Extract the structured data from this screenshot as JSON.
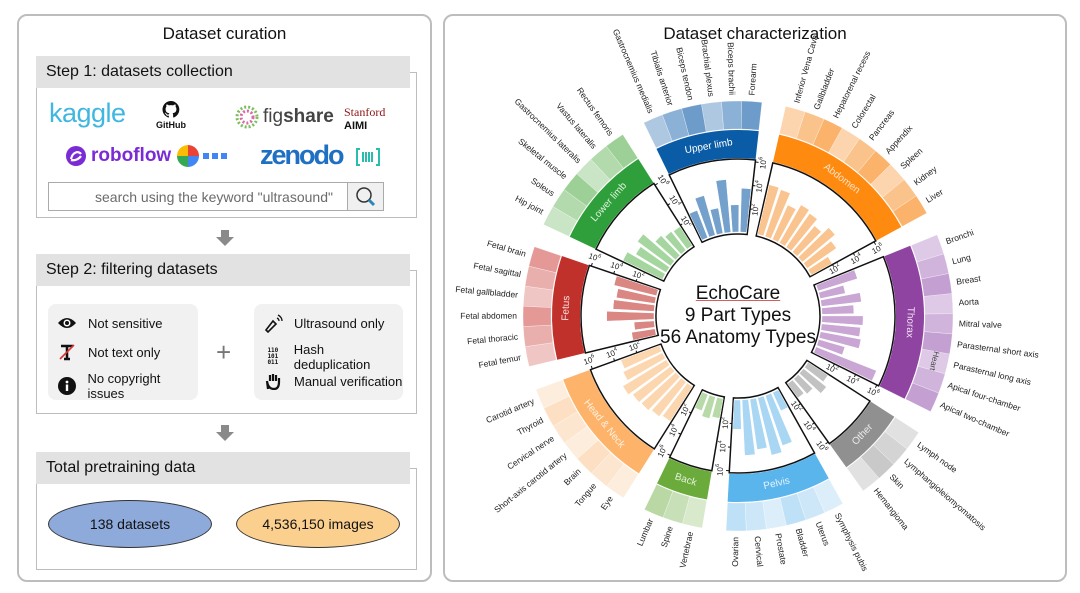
{
  "left": {
    "title": "Dataset curation",
    "step1": {
      "header": "Step 1: datasets collection",
      "logos": {
        "kaggle": "kaggle",
        "github": "GitHub",
        "figshare_a": "fig",
        "figshare_b": "share",
        "stanford": "Stanford",
        "aimi": "AIMI",
        "roboflow": "roboflow",
        "zenodo": "zenodo"
      },
      "search_placeholder": "search using the keyword \"ultrasound\""
    },
    "step2": {
      "header": "Step 2: filtering datasets",
      "left_criteria": [
        "Not sensitive",
        "Not text only",
        "No copyright issues"
      ],
      "plus": "+",
      "right_criteria": [
        "Ultrasound only",
        "Hash deduplication",
        "Manual verification"
      ]
    },
    "total": {
      "header": "Total pretraining data",
      "datasets": "138 datasets",
      "images": "4,536,150 images"
    }
  },
  "right": {
    "title": "Dataset characterization",
    "center": {
      "line1": "EchoCare",
      "line2": "9 Part Types",
      "line3": "56 Anatomy Types"
    }
  },
  "chart_data": {
    "type": "circular-bar",
    "title": "Dataset characterization",
    "scale": "log",
    "ticks": [
      "10^2",
      "10^4",
      "10^6"
    ],
    "ylim": [
      1,
      1000000
    ],
    "groups": [
      {
        "name": "Upper limb",
        "dark": "#0b5ca6",
        "light": "#6d9ccb",
        "bar": "#74a0cc",
        "label_color": "#ffffff",
        "items": [
          "Gastrocnemius medialis",
          "Tibialis anterior",
          "Biceps tendon",
          "Brachial plexus",
          "Biceps brachii",
          "Forearm"
        ],
        "values": [
          300,
          3000,
          150,
          30000,
          200,
          5000
        ]
      },
      {
        "name": "Abdomen",
        "dark": "#ff8a10",
        "light": "#fbb36c",
        "bar": "#f9c48f",
        "label_color": "#fde3c5",
        "items": [
          "Inferior Vena Cava",
          "Gallbladder",
          "Hepatorenal recess",
          "Colorectal",
          "Pancreas",
          "Appendix",
          "Spleen",
          "Kidney",
          "Liver"
        ],
        "values": [
          20000,
          15000,
          1500,
          5000,
          3000,
          800,
          4000,
          1000,
          100
        ]
      },
      {
        "name": "Thorax",
        "dark": "#8e44a0",
        "light": "#c49fd2",
        "bar": "#c9a6d4",
        "label_color": "#f3e2f7",
        "sub_label": "Heart",
        "items": [
          "Bronchi",
          "Lung",
          "Breast",
          "Aorta",
          "Mitral valve",
          "Parasternal short axis",
          "Parasternal long axis",
          "Apical four-chamber",
          "Apical two-chamber"
        ],
        "values": [
          3000,
          150,
          2500,
          500,
          3000,
          2000,
          3000,
          200,
          300000
        ]
      },
      {
        "name": "Other",
        "dark": "#909090",
        "light": "#c9c9c9",
        "bar": "#c2c2c2",
        "label_color": "#eeeeee",
        "items": [
          "Lymph node",
          "Lymphangioleiomyomatosis",
          "Skin",
          "Hemangioma"
        ],
        "values": [
          100,
          300,
          50,
          30
        ]
      },
      {
        "name": "Pelvis",
        "dark": "#5ab5ec",
        "light": "#bfe1f7",
        "bar": "#a9d6f3",
        "label_color": "#e6f4fd",
        "items": [
          "Symphysis pubis",
          "Uterus",
          "Bladder",
          "Prostate",
          "Cervical",
          "Ovarian"
        ],
        "values": [
          50,
          30000,
          100000,
          20000,
          50000,
          300
        ]
      },
      {
        "name": "Back",
        "dark": "#6aab3c",
        "light": "#b9d8a4",
        "bar": "#b8daa8",
        "label_color": "#e6f3dc",
        "items": [
          "Vertebrae",
          "Spine",
          "Lumbar"
        ],
        "values": [
          50,
          80,
          30
        ]
      },
      {
        "name": "Head & Neck",
        "dark": "#fdb46a",
        "light": "#fde0c3",
        "bar": "#fcd6ae",
        "label_color": "#fff1e2",
        "items": [
          "Eye",
          "Tongue",
          "Brain",
          "Short-axis carotid artery",
          "Cervical nerve",
          "Thyroid",
          "Carotid artery"
        ],
        "values": [
          3000,
          5000,
          8000,
          10000,
          20000,
          5000,
          3000
        ]
      },
      {
        "name": "Fetus",
        "dark": "#c1312b",
        "light": "#e49997",
        "bar": "#da8784",
        "label_color": "#fbe1e0",
        "items": [
          "Fetal femur",
          "Fetal thoracic",
          "Fetal abdomen",
          "Fetal gallbladder",
          "Fetal sagittal",
          "Fetal brain"
        ],
        "values": [
          100,
          50,
          10000,
          3000,
          2000,
          5000
        ]
      },
      {
        "name": "Lower limb",
        "dark": "#2e9f3b",
        "light": "#9dd096",
        "bar": "#a6d6a0",
        "label_color": "#dff3dc",
        "items": [
          "Hip joint",
          "Soleus",
          "Skeletal muscle",
          "Gastrocnemius lateralis",
          "Vastus lateralis",
          "Rectus femoris"
        ],
        "values": [
          5000,
          1000,
          3000,
          200,
          100,
          80
        ]
      }
    ]
  }
}
